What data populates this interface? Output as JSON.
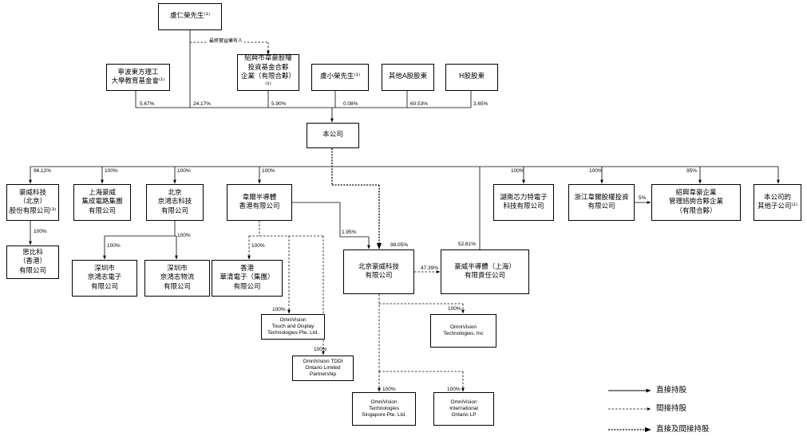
{
  "entities": {
    "yu_renrong": "虞仁榮先生⁽¹⁾",
    "ningbo_foundation": "寧波東方理工\n大學教育基金會⁽¹⁾",
    "shaoxing_partnership": "紹興市韋豪股權\n投資基金合夥\n企業（有限合夥）⁽¹⁾",
    "yu_xiaorong": "虞小榮先生⁽¹⁾",
    "other_a_shareholders": "其他A股股東",
    "h_shareholders": "H股股東",
    "company": "本公司",
    "omnivision_beijing_gufen": "豪威科技\n（北京）\n股份有限公司⁽³⁾",
    "shanghai_ic_group": "上海豪威\n集成電路集團\n有限公司",
    "beijing_jinghongzhi": "北京\n京鴻志科技\n有限公司",
    "weier_hk": "韋爾半導體\n香港有限公司",
    "hunan_xinli": "湖南芯力特電子\n科技有限公司",
    "zhejiang_weier_invest": "浙江韋爾股權投資\n有限公司",
    "shaoxing_consulting": "紹興韋豪企業\n管理諮詢合夥企業\n（有限合夥）",
    "other_subsidiaries": "本公司的\n其他子公司⁽²⁾",
    "sibike_hk": "思比科\n（香港）\n有限公司",
    "shenzhen_jinghongzhi_elec": "深圳市\n京鴻志電子\n有限公司",
    "shenzhen_jinghongzhi_logistics": "深圳市\n京鴻志物流\n有限公司",
    "hk_huaqing": "香港\n華清電子（集團）\n有限公司",
    "beijing_omnivision": "北京豪威科技\n有限公司",
    "weier_shanghai": "豪威半導體（上海）\n有限責任公司",
    "ov_touch_display": "OmniVision\nTouch and Display\nTechnologies Pte. Ltd.",
    "ov_tddi_ontario": "OmniVision TDDI\nOntario Limited\nPartnership",
    "ov_technologies_inc": "OmniVision\nTechnologies, Inc",
    "ov_singapore": "OmniVision\nTechnologies\nSingapore Pte. Ltd.",
    "ov_international_ontario": "OmniVision\nInternational\nOntario LP"
  },
  "percentages": {
    "ningbo_to_company": "5.67%",
    "yu_renrong_to_company": "24.17%",
    "shaoxing_to_company": "5.90%",
    "yu_xiaorong_to_company": "0.08%",
    "other_a_to_company": "60.53%",
    "h_to_company": "3.65%",
    "to_omnivision_beijing_gufen": "96.12%",
    "to_shanghai_ic_group": "100%",
    "to_beijing_jinghongzhi": "100%",
    "to_weier_hk": "100%",
    "to_hunan_xinli": "100%",
    "to_zhejiang_weier_invest": "100%",
    "to_shaoxing_consulting": "95%",
    "to_sibike_hk": "100%",
    "to_shenzhen_elec": "100%",
    "to_shenzhen_logistics": "100%",
    "to_hk_huaqing": "100%",
    "zhejiang_to_shaoxing_consulting": "5%",
    "weier_hk_to_beijing_omnivision": "1.95%",
    "company_to_beijing_omnivision": "98.05%",
    "beijing_ov_to_weier_shanghai": "47.39%",
    "company_to_weier_shanghai": "52.61%",
    "to_ov_touch_display": "100%",
    "to_ov_tddi_ontario": "100%",
    "to_ov_technologies_inc": "100%",
    "to_ov_singapore": "100%",
    "to_ov_international_ontario": "100%"
  },
  "notes": {
    "ultimate_beneficial_owner": "最終實益擁有人"
  },
  "legend": {
    "direct": "直接持股",
    "indirect": "間接持股",
    "both": "直接及間接持股"
  }
}
